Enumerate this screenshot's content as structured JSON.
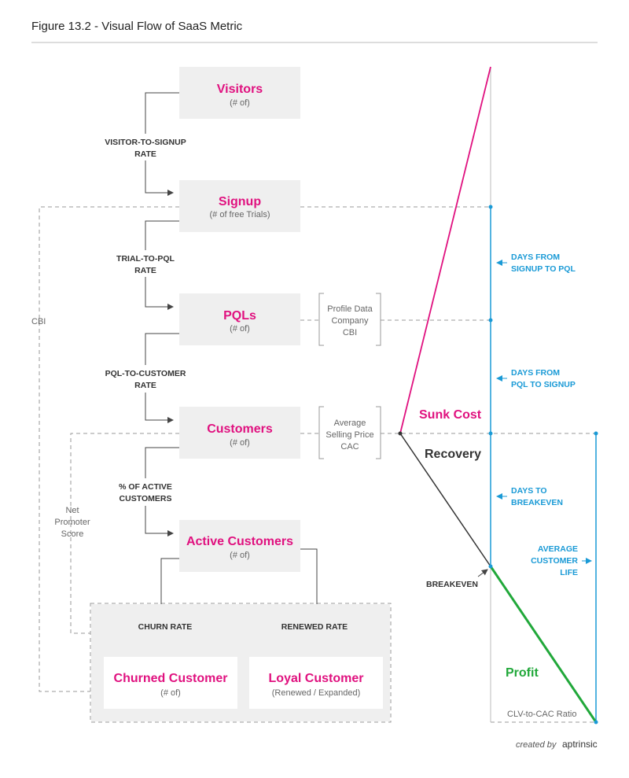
{
  "title": "Figure 13.2 - Visual Flow of SaaS Metric",
  "colors": {
    "pink": "#e0117f",
    "blue": "#1a9ad6",
    "green": "#21a83a",
    "dark": "#333333"
  },
  "boxes": {
    "visitors": {
      "name": "Visitors",
      "sub": "(# of)"
    },
    "signup": {
      "name": "Signup",
      "sub": "(# of free Trials)"
    },
    "pqls": {
      "name": "PQLs",
      "sub": "(# of)"
    },
    "customers": {
      "name": "Customers",
      "sub": "(# of)"
    },
    "active": {
      "name": "Active Customers",
      "sub": "(# of)"
    },
    "churned": {
      "name": "Churned Customer",
      "sub": "(# of)"
    },
    "loyal": {
      "name": "Loyal Customer",
      "sub": "(Renewed / Expanded)"
    }
  },
  "rates": {
    "visitor_signup": [
      "VISITOR-TO-SIGNUP",
      "RATE"
    ],
    "trial_pql": [
      "TRIAL-TO-PQL",
      "RATE"
    ],
    "pql_customer": [
      "PQL-TO-CUSTOMER",
      "RATE"
    ],
    "active_customers": [
      "% OF ACTIVE",
      "CUSTOMERS"
    ],
    "churn": "CHURN RATE",
    "renewed": "RENEWED RATE"
  },
  "side_labels": {
    "cbi": "CBI",
    "nps": [
      "Net",
      "Promoter",
      "Score"
    ]
  },
  "bracket_labels": {
    "pql_info": [
      "Profile Data",
      "Company",
      "CBI"
    ],
    "customer_info": [
      "Average",
      "Selling Price",
      "CAC"
    ]
  },
  "timeline": {
    "days_signup_pql": [
      "DAYS FROM",
      "SIGNUP TO PQL"
    ],
    "days_pql_signup": [
      "DAYS FROM",
      "PQL TO SIGNUP"
    ],
    "days_breakeven": [
      "DAYS TO",
      "BREAKEVEN"
    ],
    "avg_life": [
      "AVERAGE",
      "CUSTOMER",
      "LIFE"
    ],
    "sunk_cost": "Sunk Cost",
    "recovery": "Recovery",
    "breakeven": "BREAKEVEN",
    "profit": "Profit",
    "ratio": "CLV-to-CAC Ratio"
  },
  "credit": {
    "prefix": "created by",
    "brand": "aptrinsic"
  }
}
